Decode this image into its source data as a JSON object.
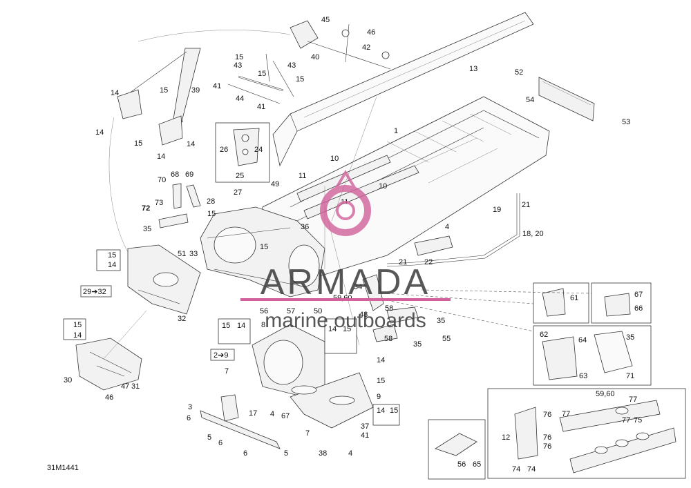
{
  "drawing_code": "31M1441",
  "watermark": {
    "brand": "ARMADA",
    "sub": "marine outboards",
    "accent": "#d1619a"
  },
  "callouts": {
    "c45": "45",
    "c46": "46",
    "c42": "42",
    "c40": "40",
    "c13": "13",
    "c15a": "15",
    "c43a": "43",
    "c15b": "15",
    "c43b": "43",
    "c41a": "41",
    "c15c": "15",
    "c44": "44",
    "c41b": "41",
    "c14a": "14",
    "c15d": "15",
    "c39": "39",
    "c14b": "14",
    "c15e": "15",
    "c14c": "14",
    "c14d": "14",
    "c26": "26",
    "c24": "24",
    "c25": "25",
    "c52": "52",
    "c54": "54",
    "c53": "53",
    "c1": "1",
    "c10a": "10",
    "c11a": "11",
    "c10b": "10",
    "c11b": "11",
    "c70": "70",
    "c68": "68",
    "c69": "69",
    "c27": "27",
    "c49": "49",
    "c73": "73",
    "c28": "28",
    "c72": "72",
    "c15f": "15",
    "c35a": "35",
    "c36": "36",
    "c4a": "4",
    "c19": "19",
    "c21a": "21",
    "c1820": "18, 20",
    "c15g": "15",
    "c14e": "14",
    "c51": "51",
    "c33": "33",
    "c15h": "15",
    "c22": "22",
    "c21b": "21",
    "c2932": "29➔32",
    "c34": "34",
    "c5960a": "59,60",
    "c48": "48",
    "c58a": "58",
    "c35b": "35",
    "c58b": "58",
    "c35c": "35",
    "c55": "55",
    "c56a": "56",
    "c57": "57",
    "c50": "50",
    "c32": "32",
    "c61": "61",
    "c67a": "67",
    "c66": "66",
    "c62": "62",
    "c64": "64",
    "c35d": "35",
    "c63": "63",
    "c71": "71",
    "c15i": "15",
    "c14f": "14",
    "c15j": "15",
    "c14g": "14",
    "c8": "8",
    "c14h": "14",
    "c15k": "15",
    "c29": "2➔9",
    "c7a": "7",
    "c14i": "14",
    "c15l": "15",
    "c9": "9",
    "c30": "30",
    "c47": "47",
    "c31": "31",
    "c46b": "46",
    "c3": "3",
    "c17": "17",
    "c6a": "6",
    "c5a": "5",
    "c6b": "6",
    "c4b": "4",
    "c67b": "67",
    "c14j": "14",
    "c15m": "15",
    "c37": "37",
    "c41c": "41",
    "c7b": "7",
    "c38": "38",
    "c4c": "4",
    "c6c": "6",
    "c5b": "5",
    "c56b": "56",
    "c65": "65",
    "c12": "12",
    "c76a": "76",
    "c76b": "76",
    "c76c": "76",
    "c74a": "74",
    "c74b": "74",
    "c5960b": "59,60",
    "c77a": "77",
    "c77b": "77",
    "c77c": "77",
    "c75": "75"
  }
}
